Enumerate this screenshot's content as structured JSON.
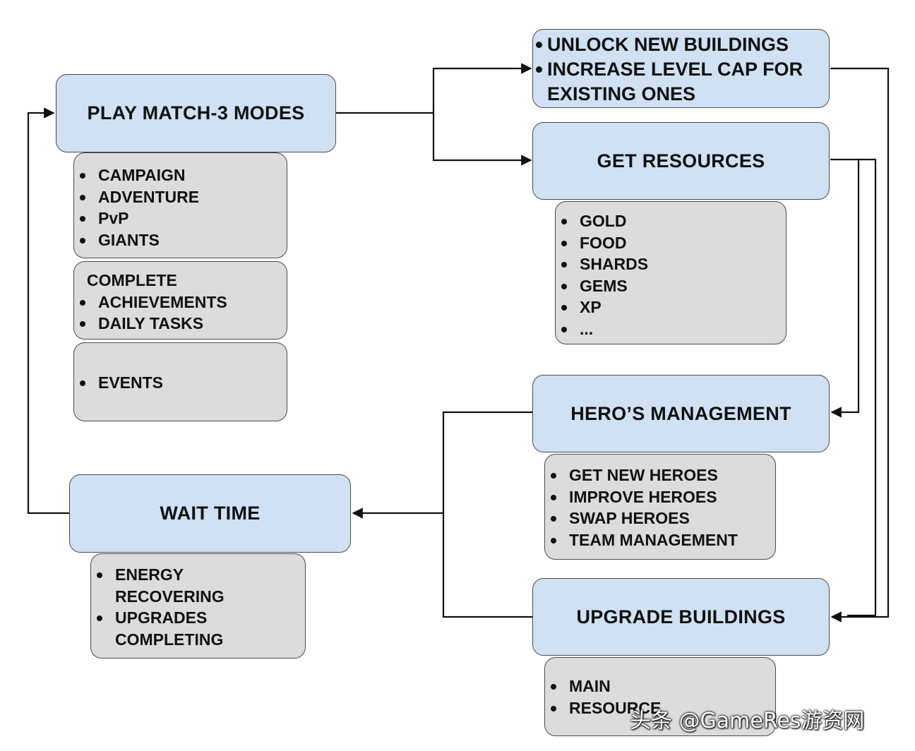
{
  "nodes": {
    "play_match3": {
      "title": "PLAY MATCH-3 MODES",
      "modes": [
        "CAMPAIGN",
        "ADVENTURE",
        "PvP",
        "GIANTS"
      ],
      "complete_heading": "COMPLETE",
      "complete_items": [
        "ACHIEVEMENTS",
        "DAILY TASKS"
      ],
      "events": [
        "EVENTS"
      ]
    },
    "unlock_buildings": {
      "items": [
        "UNLOCK NEW BUILDINGS",
        "INCREASE LEVEL CAP FOR",
        "EXISTING ONES"
      ]
    },
    "get_resources": {
      "title": "GET RESOURCES",
      "items": [
        "GOLD",
        "FOOD",
        "SHARDS",
        "GEMS",
        "XP",
        "..."
      ]
    },
    "heroes_management": {
      "title": "HERO’S MANAGEMENT",
      "items": [
        "GET NEW HEROES",
        "IMPROVE HEROES",
        "SWAP HEROES",
        "TEAM MANAGEMENT"
      ]
    },
    "wait_time": {
      "title": "WAIT TIME",
      "items": [
        "ENERGY",
        "RECOVERING",
        "UPGRADES",
        "COMPLETING"
      ]
    },
    "upgrade_buildings": {
      "title": "UPGRADE BUILDINGS",
      "items": [
        "MAIN",
        "RESOURCE"
      ]
    }
  },
  "watermark": "头条 @GameRes游资网",
  "colors": {
    "title_box": "#cfe1f3",
    "detail_box": "#dcdcdc",
    "connector": "#111111"
  }
}
